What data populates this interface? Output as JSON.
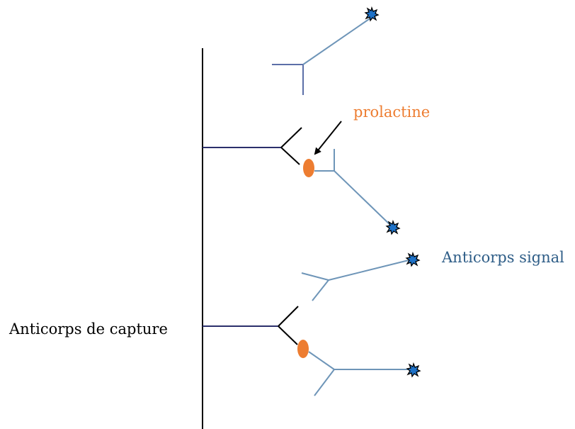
{
  "labels": {
    "prolactine": "prolactine",
    "anticorps_signal": "Anticorps signal",
    "anticorps_capture": "Anticorps de capture"
  },
  "colors": {
    "prolactine_label": "#ED7D31",
    "prolactine_molecule": "#ED7D31",
    "signal_label": "#2E5D87",
    "capture_antibody": "#2B2F6B",
    "signal_antibody": "#6E95B8",
    "free_antibody_arm": "#5C6FA8",
    "label_marker": "#1E72C8",
    "wall": "#000000",
    "arrow": "#000000"
  }
}
